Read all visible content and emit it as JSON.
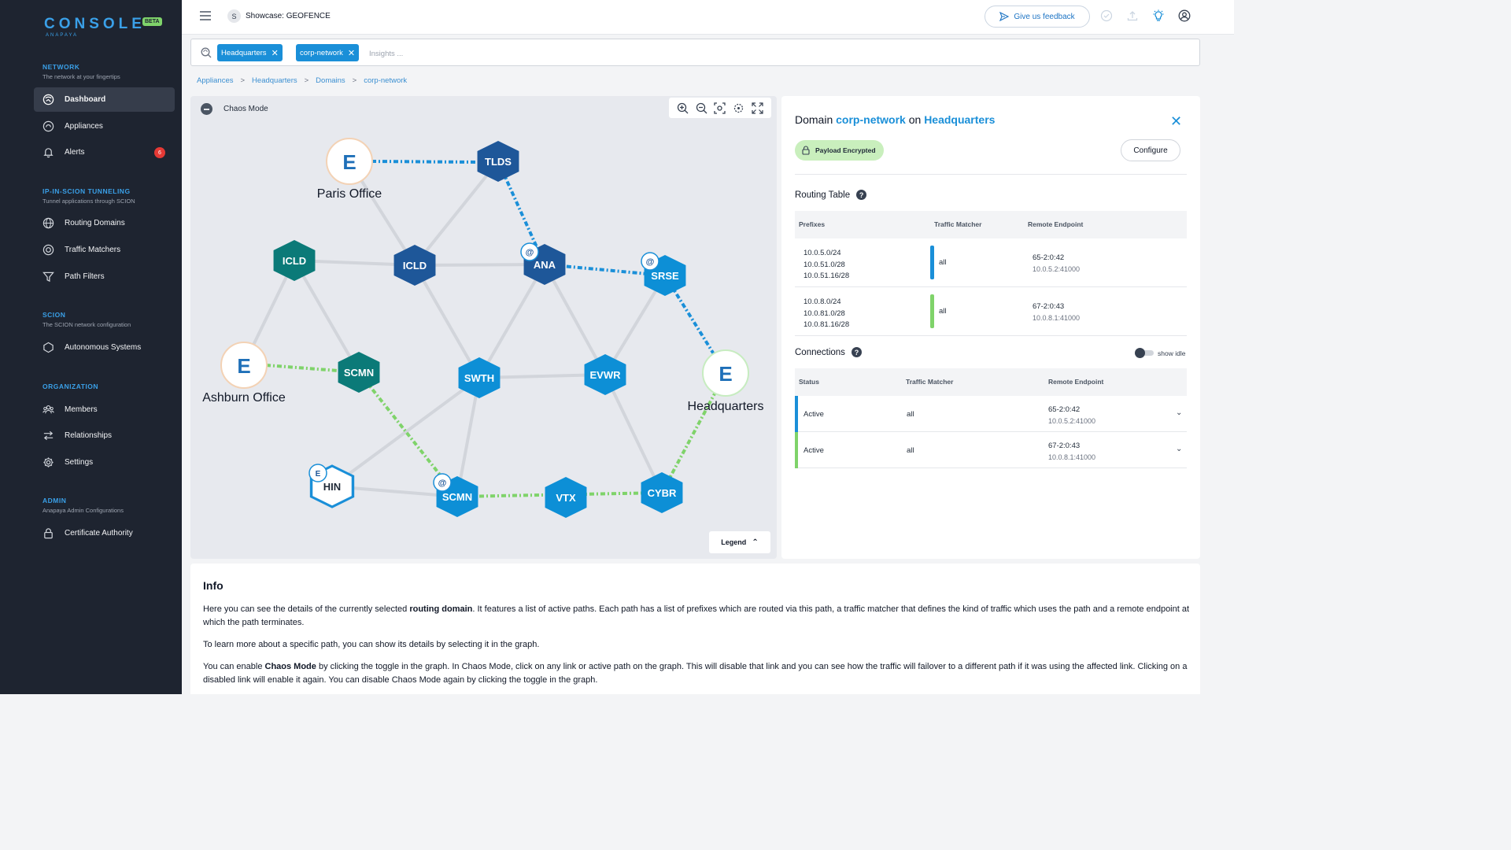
{
  "app": {
    "logo_text": "CONSOLE",
    "logo_sub": "ANAPAYA",
    "beta": "BETA"
  },
  "sidebar": {
    "sections": [
      {
        "title": "NETWORK",
        "subtitle": "The network at your fingertips"
      },
      {
        "title": "IP-IN-SCION TUNNELING",
        "subtitle": "Tunnel applications through SCION"
      },
      {
        "title": "SCION",
        "subtitle": "The SCION network configuration"
      },
      {
        "title": "ORGANIZATION",
        "subtitle": ""
      },
      {
        "title": "ADMIN",
        "subtitle": "Anapaya Admin Configurations"
      }
    ],
    "items": [
      {
        "label": "Dashboard",
        "icon": "dashboard-icon",
        "active": true
      },
      {
        "label": "Appliances",
        "icon": "appliance-icon"
      },
      {
        "label": "Alerts",
        "icon": "bell-icon",
        "badge": "6"
      },
      {
        "label": "Routing Domains",
        "icon": "globe-icon"
      },
      {
        "label": "Traffic Matchers",
        "icon": "target-icon"
      },
      {
        "label": "Path Filters",
        "icon": "filter-icon"
      },
      {
        "label": "Autonomous Systems",
        "icon": "hexagon-icon"
      },
      {
        "label": "Members",
        "icon": "members-icon"
      },
      {
        "label": "Relationships",
        "icon": "arrows-icon"
      },
      {
        "label": "Settings",
        "icon": "gear-icon"
      },
      {
        "label": "Certificate Authority",
        "icon": "lock-icon"
      }
    ]
  },
  "topbar": {
    "workspace_initial": "S",
    "workspace_title": "Showcase: GEOFENCE",
    "feedback_label": "Give us feedback"
  },
  "search": {
    "chips": [
      "Headquarters",
      "corp-network"
    ],
    "placeholder": "Insights ..."
  },
  "breadcrumb": [
    "Appliances",
    "Headquarters",
    "Domains",
    "corp-network"
  ],
  "graph": {
    "chaos_label": "Chaos Mode",
    "legend_label": "Legend",
    "colors": {
      "teal": "#0b7a78",
      "dark_blue": "#1e5799",
      "blue": "#0d8fd6",
      "green_link": "#7fd36a",
      "blue_link": "#1a8fd8"
    },
    "nodes": [
      {
        "id": "paris",
        "label": "Paris Office",
        "kind": "office"
      },
      {
        "id": "ashburn",
        "label": "Ashburn Office",
        "kind": "office"
      },
      {
        "id": "hq",
        "label": "Headquarters",
        "kind": "office"
      },
      {
        "id": "tlds",
        "label": "TLDS",
        "kind": "dark_blue"
      },
      {
        "id": "icld1",
        "label": "ICLD",
        "kind": "teal"
      },
      {
        "id": "icld2",
        "label": "ICLD",
        "kind": "dark_blue"
      },
      {
        "id": "ana",
        "label": "ANA",
        "kind": "dark_blue"
      },
      {
        "id": "srse",
        "label": "SRSE",
        "kind": "blue"
      },
      {
        "id": "scmn1",
        "label": "SCMN",
        "kind": "teal"
      },
      {
        "id": "swth",
        "label": "SWTH",
        "kind": "blue"
      },
      {
        "id": "evwr",
        "label": "EVWR",
        "kind": "blue"
      },
      {
        "id": "hin",
        "label": "HIN",
        "kind": "white"
      },
      {
        "id": "scmn2",
        "label": "SCMN",
        "kind": "blue"
      },
      {
        "id": "vtx",
        "label": "VTX",
        "kind": "blue"
      },
      {
        "id": "cybr",
        "label": "CYBR",
        "kind": "blue"
      }
    ]
  },
  "panel": {
    "title_prefix": "Domain",
    "domain": "corp-network",
    "title_on": "on",
    "site": "Headquarters",
    "encryption": "Payload Encrypted",
    "configure_label": "Configure",
    "routing_title": "Routing Table",
    "routing_headers": [
      "Prefixes",
      "Traffic Matcher",
      "Remote Endpoint"
    ],
    "routing_rows": [
      {
        "prefixes": [
          "10.0.5.0/24",
          "10.0.51.0/28",
          "10.0.51.16/28"
        ],
        "matcher": "all",
        "endpoint": "65-2:0:42",
        "endpoint_addr": "10.0.5.2:41000",
        "color": "#1a8fd8"
      },
      {
        "prefixes": [
          "10.0.8.0/24",
          "10.0.81.0/28",
          "10.0.81.16/28"
        ],
        "matcher": "all",
        "endpoint": "67-2:0:43",
        "endpoint_addr": "10.0.8.1:41000",
        "color": "#7fd36a"
      }
    ],
    "connections_title": "Connections",
    "show_idle": "show idle",
    "conn_headers": [
      "Status",
      "Traffic Matcher",
      "Remote Endpoint"
    ],
    "conn_rows": [
      {
        "status": "Active",
        "matcher": "all",
        "endpoint": "65-2:0:42",
        "endpoint_addr": "10.0.5.2:41000",
        "color": "#1a8fd8"
      },
      {
        "status": "Active",
        "matcher": "all",
        "endpoint": "67-2:0:43",
        "endpoint_addr": "10.0.8.1:41000",
        "color": "#7fd36a"
      }
    ]
  },
  "info": {
    "title": "Info",
    "p1_a": "Here you can see the details of the currently selected ",
    "p1_b": "routing domain",
    "p1_c": ". It features a list of active paths. Each path has a list of prefixes which are routed via this path, a traffic matcher that defines the kind of traffic which uses the path and a remote endpoint at which the path terminates.",
    "p2": "To learn more about a specific path, you can show its details by selecting it in the graph.",
    "p3_a": "You can enable ",
    "p3_b": "Chaos Mode",
    "p3_c": " by clicking the toggle in the graph. In Chaos Mode, click on any link or active path on the graph. This will disable that link and you can see how the traffic will failover to a different path if it was using the affected link. Clicking on a disabled link will enable it again. You can disable Chaos Mode again by clicking the toggle in the graph."
  }
}
